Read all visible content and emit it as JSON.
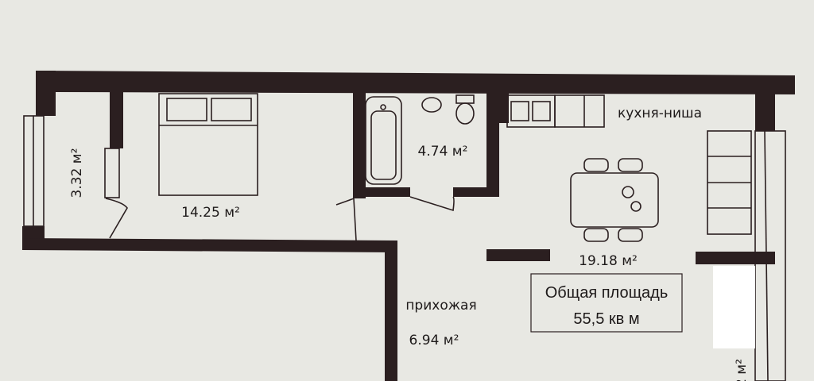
{
  "rooms": {
    "balcony_left": "3.32 м²",
    "bedroom": "14.25 м²",
    "bathroom": "4.74 м²",
    "kitchen_label": "кухня-ниша",
    "living": "19.18 м²",
    "hall_label": "прихожая",
    "hall": "6.94 м²",
    "balcony_right_partial": "2 м²"
  },
  "total": {
    "label": "Общая площадь",
    "value": "55,5 кв м"
  },
  "colors": {
    "wall": "#2b1f20",
    "paper": "#e8e8e3"
  }
}
